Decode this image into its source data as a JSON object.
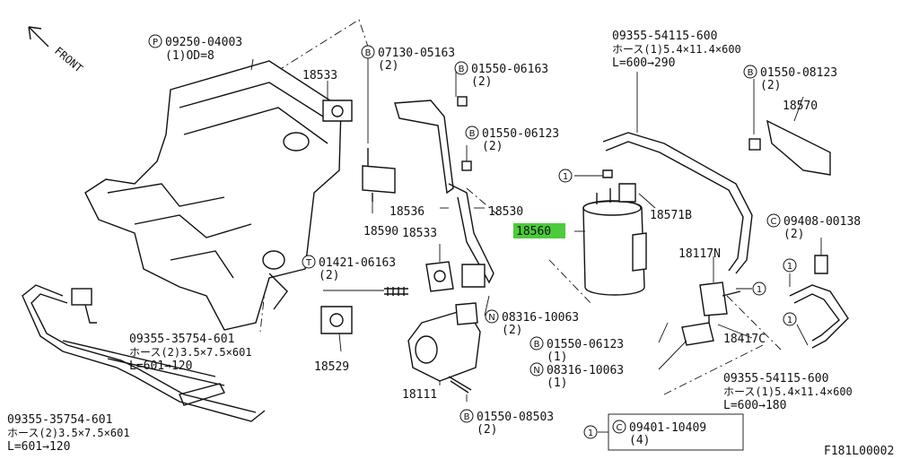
{
  "front_label": "FRONT",
  "figure_id": "F181L00002",
  "highlight": {
    "label": "18560",
    "color": "#4ccb3c"
  },
  "labels": {
    "p_09250": "09250-04003",
    "p_09250_sub": "(1)OD=8",
    "b_07130": "07130-05163",
    "b_07130_qty": "(2)",
    "n18533_top": "18533",
    "b_01550_06163": "01550-06163",
    "b_01550_06163_qty": "(2)",
    "b_01550_06123_top": "01550-06123",
    "b_01550_06123_top_qty": "(2)",
    "n18536": "18536",
    "n18530": "18530",
    "n18590": "18590",
    "n18533_mid": "18533",
    "t_01421": "01421-06163",
    "t_01421_qty": "(2)",
    "n_08316_top": "08316-10063",
    "n_08316_top_qty": "(2)",
    "hose_601_code": "09355-35754-601",
    "hose_601_spec": "ホース(2)3.5×7.5×601",
    "hose_601_len": "L=601→120",
    "n18529": "18529",
    "n18111": "18111",
    "b_01550_08503": "01550-08503",
    "b_01550_08503_qty": "(2)",
    "b_01550_06123_bot": "01550-06123",
    "b_01550_06123_bot_qty": "(1)",
    "n_08316_bot": "08316-10063",
    "n_08316_bot_qty": "(1)",
    "c_09401": "09401-10409",
    "c_09401_qty": "(4)",
    "hose_600_code": "09355-54115-600",
    "hose_600_spec": "ホース(1)5.4×11.4×600",
    "hose_600_len": "L=600→290",
    "b_01550_08123": "01550-08123",
    "b_01550_08123_qty": "(2)",
    "n18570": "18570",
    "n18571b": "18571B",
    "c_09408": "09408-00138",
    "c_09408_qty": "(2)",
    "n18117n": "18117N",
    "n18417c": "18417C",
    "hose_600b_code": "09355-54115-600",
    "hose_600b_spec": "ホース(1)5.4×11.4×600",
    "hose_600b_len": "L=600→180",
    "hose_601b_code": "09355-35754-601",
    "hose_601b_spec": "ホース(2)3.5×7.5×601",
    "hose_601b_len": "L=601→120"
  },
  "callout_letters": {
    "P": "P",
    "B": "B",
    "T": "T",
    "N": "N",
    "C": "C",
    "one": "1"
  }
}
